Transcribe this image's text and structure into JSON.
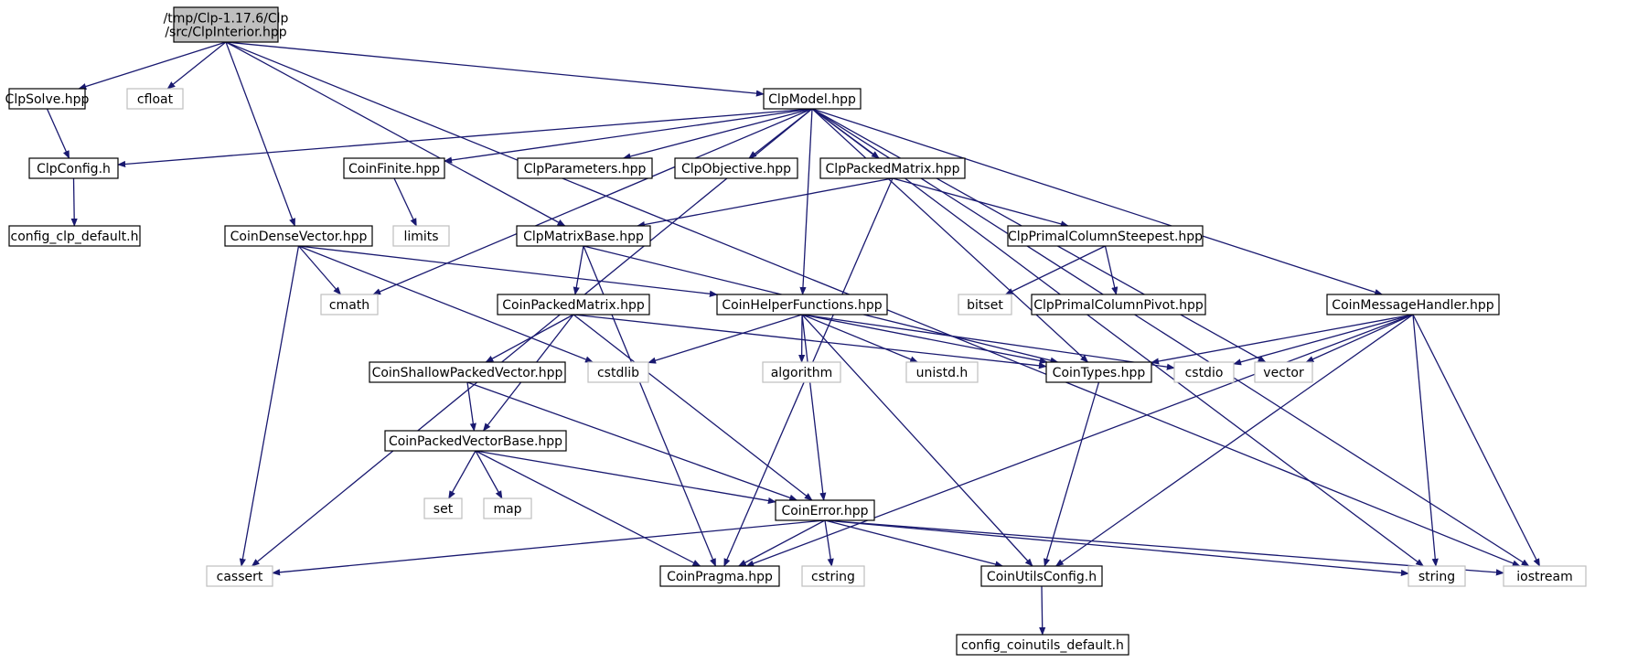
{
  "colors": {
    "edge": "#191970",
    "root_fill": "#bfbfbf",
    "root_stroke": "#000000",
    "header_fill": "#ffffff",
    "header_stroke": "#000000",
    "system_fill": "#ffffff",
    "system_stroke": "#bfbfbf",
    "system_text": "#000000"
  },
  "nodes": [
    {
      "id": "root",
      "kind": "root",
      "label": "/tmp/Clp-1.17.6/Clp\n/src/ClpInterior.hpp"
    },
    {
      "id": "ClpSolve",
      "kind": "header",
      "label": "ClpSolve.hpp"
    },
    {
      "id": "cfloat",
      "kind": "system",
      "label": "cfloat"
    },
    {
      "id": "ClpModel",
      "kind": "header",
      "label": "ClpModel.hpp"
    },
    {
      "id": "ClpConfig",
      "kind": "header",
      "label": "ClpConfig.h"
    },
    {
      "id": "config_clp_default",
      "kind": "header",
      "label": "config_clp_default.h"
    },
    {
      "id": "CoinFinite",
      "kind": "header",
      "label": "CoinFinite.hpp"
    },
    {
      "id": "limits",
      "kind": "system",
      "label": "limits"
    },
    {
      "id": "ClpParameters",
      "kind": "header",
      "label": "ClpParameters.hpp"
    },
    {
      "id": "ClpObjective",
      "kind": "header",
      "label": "ClpObjective.hpp"
    },
    {
      "id": "ClpPackedMatrix",
      "kind": "header",
      "label": "ClpPackedMatrix.hpp"
    },
    {
      "id": "CoinDenseVector",
      "kind": "header",
      "label": "CoinDenseVector.hpp"
    },
    {
      "id": "ClpMatrixBase",
      "kind": "header",
      "label": "ClpMatrixBase.hpp"
    },
    {
      "id": "ClpPrimalColumnSteepest",
      "kind": "header",
      "label": "ClpPrimalColumnSteepest.hpp"
    },
    {
      "id": "cmath",
      "kind": "system",
      "label": "cmath"
    },
    {
      "id": "CoinPackedMatrix",
      "kind": "header",
      "label": "CoinPackedMatrix.hpp"
    },
    {
      "id": "CoinHelperFunctions",
      "kind": "header",
      "label": "CoinHelperFunctions.hpp"
    },
    {
      "id": "bitset",
      "kind": "system",
      "label": "bitset"
    },
    {
      "id": "ClpPrimalColumnPivot",
      "kind": "header",
      "label": "ClpPrimalColumnPivot.hpp"
    },
    {
      "id": "CoinMessageHandler",
      "kind": "header",
      "label": "CoinMessageHandler.hpp"
    },
    {
      "id": "CoinShallowPackedVector",
      "kind": "header",
      "label": "CoinShallowPackedVector.hpp"
    },
    {
      "id": "cstdlib",
      "kind": "system",
      "label": "cstdlib"
    },
    {
      "id": "algorithm",
      "kind": "system",
      "label": "algorithm"
    },
    {
      "id": "unistd",
      "kind": "system",
      "label": "unistd.h"
    },
    {
      "id": "CoinTypes",
      "kind": "header",
      "label": "CoinTypes.hpp"
    },
    {
      "id": "cstdio",
      "kind": "system",
      "label": "cstdio"
    },
    {
      "id": "vector",
      "kind": "system",
      "label": "vector"
    },
    {
      "id": "CoinPackedVectorBase",
      "kind": "header",
      "label": "CoinPackedVectorBase.hpp"
    },
    {
      "id": "set",
      "kind": "system",
      "label": "set"
    },
    {
      "id": "map",
      "kind": "system",
      "label": "map"
    },
    {
      "id": "CoinError",
      "kind": "header",
      "label": "CoinError.hpp"
    },
    {
      "id": "cassert",
      "kind": "system",
      "label": "cassert"
    },
    {
      "id": "CoinPragma",
      "kind": "header",
      "label": "CoinPragma.hpp"
    },
    {
      "id": "cstring",
      "kind": "system",
      "label": "cstring"
    },
    {
      "id": "CoinUtilsConfig",
      "kind": "header",
      "label": "CoinUtilsConfig.h"
    },
    {
      "id": "string",
      "kind": "system",
      "label": "string"
    },
    {
      "id": "iostream",
      "kind": "system",
      "label": "iostream"
    },
    {
      "id": "config_coinutils_default",
      "kind": "header",
      "label": "config_coinutils_default.h"
    }
  ],
  "edges": [
    {
      "from": "root",
      "to": "ClpSolve"
    },
    {
      "from": "root",
      "to": "cfloat"
    },
    {
      "from": "root",
      "to": "ClpModel"
    },
    {
      "from": "root",
      "to": "iostream"
    },
    {
      "from": "root",
      "to": "CoinDenseVector"
    },
    {
      "from": "root",
      "to": "ClpMatrixBase"
    },
    {
      "from": "ClpSolve",
      "to": "ClpConfig"
    },
    {
      "from": "ClpConfig",
      "to": "config_clp_default"
    },
    {
      "from": "ClpModel",
      "to": "ClpConfig"
    },
    {
      "from": "ClpModel",
      "to": "CoinFinite"
    },
    {
      "from": "ClpModel",
      "to": "ClpParameters"
    },
    {
      "from": "ClpModel",
      "to": "ClpObjective"
    },
    {
      "from": "ClpModel",
      "to": "ClpPackedMatrix"
    },
    {
      "from": "ClpModel",
      "to": "cassert"
    },
    {
      "from": "ClpModel",
      "to": "cmath"
    },
    {
      "from": "ClpModel",
      "to": "CoinHelperFunctions"
    },
    {
      "from": "ClpModel",
      "to": "CoinTypes"
    },
    {
      "from": "ClpModel",
      "to": "vector"
    },
    {
      "from": "ClpModel",
      "to": "CoinMessageHandler"
    },
    {
      "from": "ClpModel",
      "to": "string"
    },
    {
      "from": "ClpModel",
      "to": "iostream"
    },
    {
      "from": "CoinFinite",
      "to": "limits"
    },
    {
      "from": "ClpPackedMatrix",
      "to": "ClpMatrixBase"
    },
    {
      "from": "ClpPackedMatrix",
      "to": "ClpPrimalColumnSteepest"
    },
    {
      "from": "ClpPackedMatrix",
      "to": "CoinPragma"
    },
    {
      "from": "CoinDenseVector",
      "to": "cmath"
    },
    {
      "from": "CoinDenseVector",
      "to": "cstdlib"
    },
    {
      "from": "CoinDenseVector",
      "to": "cassert"
    },
    {
      "from": "CoinDenseVector",
      "to": "CoinHelperFunctions"
    },
    {
      "from": "ClpMatrixBase",
      "to": "CoinPackedMatrix"
    },
    {
      "from": "ClpMatrixBase",
      "to": "CoinTypes"
    },
    {
      "from": "ClpMatrixBase",
      "to": "CoinPragma"
    },
    {
      "from": "ClpPrimalColumnSteepest",
      "to": "bitset"
    },
    {
      "from": "ClpPrimalColumnSteepest",
      "to": "ClpPrimalColumnPivot"
    },
    {
      "from": "CoinPackedMatrix",
      "to": "CoinShallowPackedVector"
    },
    {
      "from": "CoinPackedMatrix",
      "to": "CoinPackedVectorBase"
    },
    {
      "from": "CoinPackedMatrix",
      "to": "CoinError"
    },
    {
      "from": "CoinPackedMatrix",
      "to": "CoinTypes"
    },
    {
      "from": "CoinHelperFunctions",
      "to": "cstdlib"
    },
    {
      "from": "CoinHelperFunctions",
      "to": "algorithm"
    },
    {
      "from": "CoinHelperFunctions",
      "to": "unistd"
    },
    {
      "from": "CoinHelperFunctions",
      "to": "CoinTypes"
    },
    {
      "from": "CoinHelperFunctions",
      "to": "cstdio"
    },
    {
      "from": "CoinHelperFunctions",
      "to": "CoinError"
    },
    {
      "from": "CoinHelperFunctions",
      "to": "CoinUtilsConfig"
    },
    {
      "from": "CoinMessageHandler",
      "to": "CoinTypes"
    },
    {
      "from": "CoinMessageHandler",
      "to": "cstdio"
    },
    {
      "from": "CoinMessageHandler",
      "to": "vector"
    },
    {
      "from": "CoinMessageHandler",
      "to": "CoinPragma"
    },
    {
      "from": "CoinMessageHandler",
      "to": "CoinUtilsConfig"
    },
    {
      "from": "CoinMessageHandler",
      "to": "string"
    },
    {
      "from": "CoinMessageHandler",
      "to": "iostream"
    },
    {
      "from": "CoinShallowPackedVector",
      "to": "CoinPackedVectorBase"
    },
    {
      "from": "CoinShallowPackedVector",
      "to": "CoinError"
    },
    {
      "from": "CoinTypes",
      "to": "CoinUtilsConfig"
    },
    {
      "from": "CoinPackedVectorBase",
      "to": "set"
    },
    {
      "from": "CoinPackedVectorBase",
      "to": "map"
    },
    {
      "from": "CoinPackedVectorBase",
      "to": "CoinError"
    },
    {
      "from": "CoinPackedVectorBase",
      "to": "CoinPragma"
    },
    {
      "from": "CoinError",
      "to": "cassert"
    },
    {
      "from": "CoinError",
      "to": "CoinPragma"
    },
    {
      "from": "CoinError",
      "to": "cstring"
    },
    {
      "from": "CoinError",
      "to": "CoinUtilsConfig"
    },
    {
      "from": "CoinError",
      "to": "string"
    },
    {
      "from": "CoinError",
      "to": "iostream"
    },
    {
      "from": "CoinUtilsConfig",
      "to": "config_coinutils_default"
    }
  ]
}
